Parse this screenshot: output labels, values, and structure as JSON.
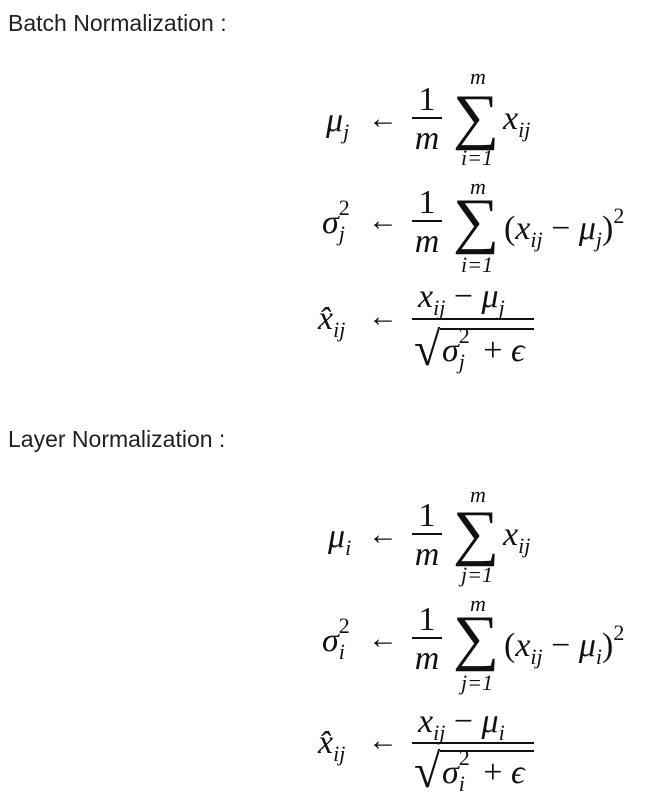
{
  "sections": [
    {
      "heading": "Batch Normalization :",
      "equations": {
        "mean": {
          "lhs_symbol": "μ",
          "lhs_sub": "j",
          "arrow": "←",
          "frac_num": "1",
          "frac_den": "m",
          "sum_symbol": "∑",
          "sum_upper": "m",
          "sum_lower": "i=1",
          "body_var": "x",
          "body_sub": "ij"
        },
        "variance": {
          "lhs_symbol": "σ",
          "lhs_sup": "2",
          "lhs_sub": "j",
          "arrow": "←",
          "frac_num": "1",
          "frac_den": "m",
          "sum_symbol": "∑",
          "sum_upper": "m",
          "sum_lower": "i=1",
          "open_paren": "(",
          "body_var": "x",
          "body_sub": "ij",
          "minus": "−",
          "mu_symbol": "μ",
          "mu_sub": "j",
          "close_paren": ")",
          "exponent": "2"
        },
        "normalize": {
          "lhs_symbol": "x̂",
          "lhs_sub": "ij",
          "arrow": "←",
          "num_var": "x",
          "num_sub": "ij",
          "minus": "−",
          "mu_symbol": "μ",
          "mu_sub": "j",
          "sqrt_symbol": "√",
          "den_sigma": "σ",
          "den_sup": "2",
          "den_sub": "j",
          "plus": "+",
          "epsilon": "ϵ"
        }
      }
    },
    {
      "heading": "Layer Normalization :",
      "equations": {
        "mean": {
          "lhs_symbol": "μ",
          "lhs_sub": "i",
          "arrow": "←",
          "frac_num": "1",
          "frac_den": "m",
          "sum_symbol": "∑",
          "sum_upper": "m",
          "sum_lower": "j=1",
          "body_var": "x",
          "body_sub": "ij"
        },
        "variance": {
          "lhs_symbol": "σ",
          "lhs_sup": "2",
          "lhs_sub": "i",
          "arrow": "←",
          "frac_num": "1",
          "frac_den": "m",
          "sum_symbol": "∑",
          "sum_upper": "m",
          "sum_lower": "j=1",
          "open_paren": "(",
          "body_var": "x",
          "body_sub": "ij",
          "minus": "−",
          "mu_symbol": "μ",
          "mu_sub": "i",
          "close_paren": ")",
          "exponent": "2"
        },
        "normalize": {
          "lhs_symbol": "x̂",
          "lhs_sub": "ij",
          "arrow": "←",
          "num_var": "x",
          "num_sub": "ij",
          "minus": "−",
          "mu_symbol": "μ",
          "mu_sub": "i",
          "sqrt_symbol": "√",
          "den_sigma": "σ",
          "den_sup": "2",
          "den_sub": "i",
          "plus": "+",
          "epsilon": "ϵ"
        }
      }
    }
  ]
}
